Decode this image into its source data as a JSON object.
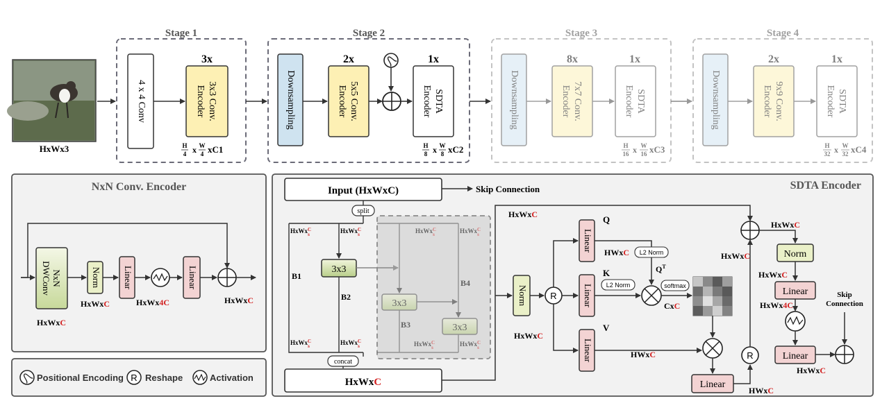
{
  "input_image": {
    "label": "HxWx3"
  },
  "stages": [
    {
      "title": "Stage 1",
      "conv_label": "4 x 4 Conv",
      "repeat": "3x",
      "encoder_line1": "3x3 Conv.",
      "encoder_line2": "Encoder",
      "output_dims": "xC1",
      "frac_h": "H",
      "frac_h_den": "4",
      "frac_w": "W",
      "frac_w_den": "4"
    },
    {
      "title": "Stage 2",
      "down_label": "Downsampling",
      "repeat": "2x",
      "encoder_line1": "5x5 Conv.",
      "encoder_line2": "Encoder",
      "sdta_repeat": "1x",
      "sdta_line1": "SDTA",
      "sdta_line2": "Encoder",
      "output_dims": "xC2",
      "frac_h": "H",
      "frac_h_den": "8",
      "frac_w": "W",
      "frac_w_den": "8"
    },
    {
      "title": "Stage 3",
      "down_label": "Downsampling",
      "repeat": "8x",
      "encoder_line1": "7x7 Conv.",
      "encoder_line2": "Encoder",
      "sdta_repeat": "1x",
      "sdta_line1": "SDTA",
      "sdta_line2": "Encoder",
      "output_dims": "xC3",
      "frac_h": "H",
      "frac_h_den": "16",
      "frac_w": "W",
      "frac_w_den": "16"
    },
    {
      "title": "Stage 4",
      "down_label": "Downsampling",
      "repeat": "2x",
      "encoder_line1": "9x9 Conv.",
      "encoder_line2": "Encoder",
      "sdta_repeat": "1x",
      "sdta_line1": "SDTA",
      "sdta_line2": "Encoder",
      "output_dims": "xC4",
      "frac_h": "H",
      "frac_h_den": "32",
      "frac_w": "W",
      "frac_w_den": "32"
    }
  ],
  "conv_encoder": {
    "title": "NxN Conv. Encoder",
    "dwconv_line1": "NxN",
    "dwconv_line2": "DWConv",
    "norm": "Norm",
    "linear1": "Linear",
    "linear2": "Linear",
    "dim_dw_a": "HxWx",
    "dim_dw_b": "C",
    "dim_norm_a": "HxWx",
    "dim_norm_b": "C",
    "dim_lin_a": "HxWx",
    "dim_lin_b": "4C",
    "dim_out_a": "HxWx",
    "dim_out_b": "C"
  },
  "legend": {
    "positional": "Positional Encoding",
    "reshape_symbol": "R",
    "reshape": "Reshape",
    "activation": "Activation"
  },
  "sdta": {
    "title": "SDTA Encoder",
    "input_label": "Input (HxWxC)",
    "skip_connection": "Skip Connection",
    "split": "split",
    "concat": "concat",
    "output_a": "HxWx",
    "output_b": "C",
    "conv3x3": "3x3",
    "b1": "B1",
    "b2": "B2",
    "b3": "B3",
    "b4": "B4",
    "dim_hw": "HxWx",
    "frac_c": "C",
    "frac_s": "s",
    "norm": "Norm",
    "reshape": "R",
    "linear": "Linear",
    "q": "Q",
    "k": "K",
    "v": "V",
    "qt": "Q",
    "qt_sup": "T",
    "l2norm": "L2 Norm",
    "softmax": "softmax",
    "dim_top_a": "HxWx",
    "dim_top_b": "C",
    "dim_q_a": "HWx",
    "dim_q_b": "C",
    "dim_v_a": "HWx",
    "dim_v_b": "C",
    "dim_norm_a": "HxWx",
    "dim_norm_b": "C",
    "dim_cxc_a": "Cx",
    "dim_cxc_b": "C",
    "dim_add_a": "HxWx",
    "dim_add_b": "C",
    "dim_lin_out_a": "HWx",
    "dim_lin_out_b": "C",
    "mlp_dim1_a": "HxWx",
    "mlp_dim1_b": "C",
    "mlp_dim2_a": "HxWx",
    "mlp_dim2_b": "C",
    "mlp_dim3_a": "HxWx",
    "mlp_dim3_b": "4C",
    "mlp_dim4_a": "HxWx",
    "mlp_dim4_b": "C",
    "skip_line1": "Skip",
    "skip_line2": "Connection"
  },
  "colors": {
    "accent_red": "#d21f1f",
    "encoder_yellow": "#fdf0b4",
    "down_blue": "#cfe3f0",
    "linear_pink": "#f3d3d3",
    "norm_green": "#eaf0c8",
    "dwconv_green": "#d9e7b8",
    "panel_gray": "#f2f2f2",
    "dashed_border": "#6b6b78"
  }
}
